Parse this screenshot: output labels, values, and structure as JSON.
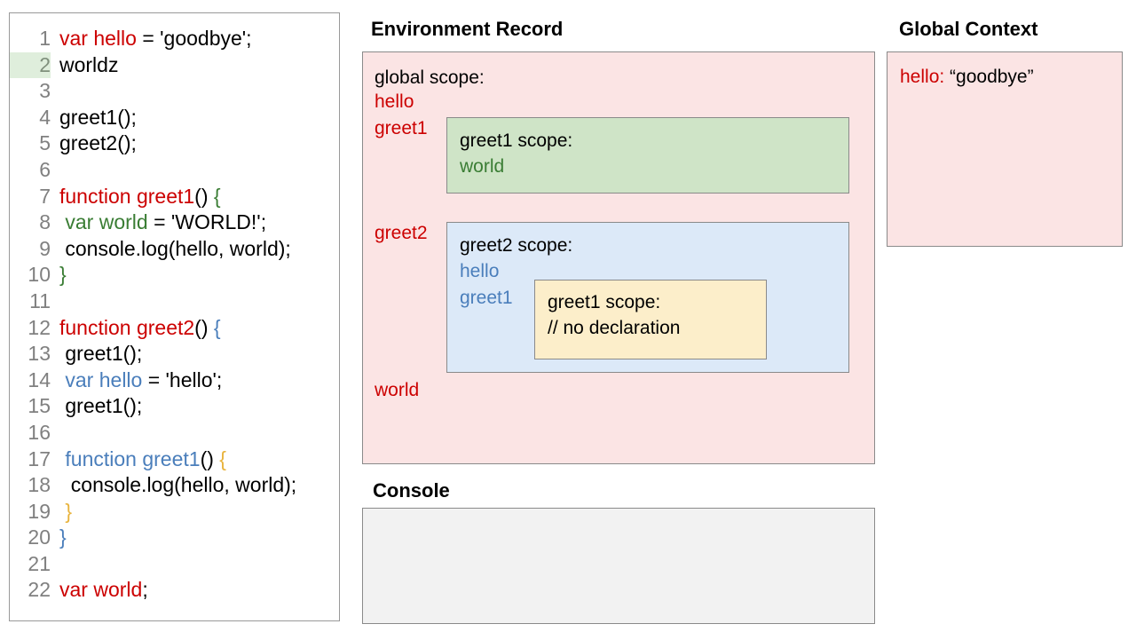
{
  "editor": {
    "lines": [
      {
        "num": "1",
        "highlight": false,
        "indent": 0,
        "tokens": [
          {
            "t": "var hello",
            "c": "red"
          },
          {
            "t": " = 'goodbye';",
            "c": "black"
          }
        ]
      },
      {
        "num": "2",
        "highlight": true,
        "indent": 0,
        "tokens": [
          {
            "t": "worldz",
            "c": "black"
          }
        ]
      },
      {
        "num": "3",
        "highlight": false,
        "indent": 0,
        "tokens": []
      },
      {
        "num": "4",
        "highlight": false,
        "indent": 0,
        "tokens": [
          {
            "t": "greet1();",
            "c": "black"
          }
        ]
      },
      {
        "num": "5",
        "highlight": false,
        "indent": 0,
        "tokens": [
          {
            "t": "greet2();",
            "c": "black"
          }
        ]
      },
      {
        "num": "6",
        "highlight": false,
        "indent": 0,
        "tokens": []
      },
      {
        "num": "7",
        "highlight": false,
        "indent": 0,
        "tokens": [
          {
            "t": "function greet1",
            "c": "red"
          },
          {
            "t": "() ",
            "c": "black"
          },
          {
            "t": "{",
            "c": "green"
          }
        ]
      },
      {
        "num": "8",
        "highlight": false,
        "indent": 0,
        "tokens": [
          {
            "t": " var world",
            "c": "green"
          },
          {
            "t": " = 'WORLD!';",
            "c": "black"
          }
        ]
      },
      {
        "num": "9",
        "highlight": false,
        "indent": 0,
        "tokens": [
          {
            "t": " console.log(hello, world);",
            "c": "black"
          }
        ]
      },
      {
        "num": "10",
        "highlight": false,
        "indent": 0,
        "tokens": [
          {
            "t": "}",
            "c": "green"
          }
        ]
      },
      {
        "num": "11",
        "highlight": false,
        "indent": 0,
        "tokens": []
      },
      {
        "num": "12",
        "highlight": false,
        "indent": 0,
        "tokens": [
          {
            "t": "function greet2",
            "c": "red"
          },
          {
            "t": "() ",
            "c": "black"
          },
          {
            "t": "{",
            "c": "blue"
          }
        ]
      },
      {
        "num": "13",
        "highlight": false,
        "indent": 0,
        "tokens": [
          {
            "t": " greet1();",
            "c": "black"
          }
        ]
      },
      {
        "num": "14",
        "highlight": false,
        "indent": 0,
        "tokens": [
          {
            "t": " var hello",
            "c": "blue"
          },
          {
            "t": " = 'hello';",
            "c": "black"
          }
        ]
      },
      {
        "num": "15",
        "highlight": false,
        "indent": 0,
        "tokens": [
          {
            "t": " greet1();",
            "c": "black"
          }
        ]
      },
      {
        "num": "16",
        "highlight": false,
        "indent": 0,
        "tokens": []
      },
      {
        "num": "17",
        "highlight": false,
        "indent": 0,
        "tokens": [
          {
            "t": " function greet1",
            "c": "blue"
          },
          {
            "t": "() ",
            "c": "black"
          },
          {
            "t": "{",
            "c": "yellow"
          }
        ]
      },
      {
        "num": "18",
        "highlight": false,
        "indent": 0,
        "tokens": [
          {
            "t": "  console.log(hello, world);",
            "c": "black"
          }
        ]
      },
      {
        "num": "19",
        "highlight": false,
        "indent": 0,
        "tokens": [
          {
            "t": " }",
            "c": "yellow"
          }
        ]
      },
      {
        "num": "20",
        "highlight": false,
        "indent": 0,
        "tokens": [
          {
            "t": "}",
            "c": "blue"
          }
        ]
      },
      {
        "num": "21",
        "highlight": false,
        "indent": 0,
        "tokens": []
      },
      {
        "num": "22",
        "highlight": false,
        "indent": 0,
        "tokens": [
          {
            "t": "var world",
            "c": "red"
          },
          {
            "t": ";",
            "c": "black"
          }
        ]
      }
    ]
  },
  "environment_record": {
    "title": "Environment Record",
    "global_scope_label": "global scope:",
    "global_identifiers": [
      {
        "name": "hello",
        "color": "#cc0000"
      },
      {
        "name": "greet1",
        "color": "#cc0000"
      },
      {
        "name": "greet2",
        "color": "#cc0000"
      },
      {
        "name": "world",
        "color": "#cc0000"
      }
    ],
    "greet1_scope": {
      "heading": "greet1 scope:",
      "identifiers": [
        {
          "name": "world",
          "color": "#3a7d34"
        }
      ],
      "background": "#cfe4c7"
    },
    "greet2_scope": {
      "heading": "greet2 scope:",
      "identifiers": [
        {
          "name": "hello",
          "color": "#4a7ebb"
        },
        {
          "name": "greet1",
          "color": "#4a7ebb"
        }
      ],
      "background": "#dce9f8",
      "nested_greet1_scope": {
        "heading": "greet1 scope:",
        "note": "// no declaration",
        "background": "#fceeca"
      }
    },
    "background": "#fbe4e4"
  },
  "console": {
    "title": "Console",
    "lines": [],
    "background": "#f2f2f2"
  },
  "global_context": {
    "title": "Global Context",
    "entries": [
      {
        "key": "hello:",
        "value": "“goodbye”"
      }
    ],
    "background": "#fbe4e4"
  }
}
